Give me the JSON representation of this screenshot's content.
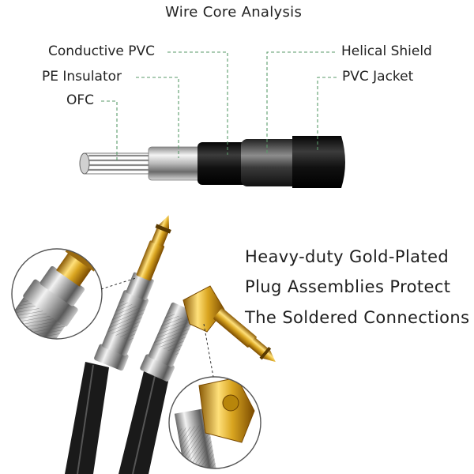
{
  "title": "Wire Core Analysis",
  "labels": {
    "conductive_pvc": "Conductive PVC",
    "pe_insulator": "PE Insulator",
    "ofc": "OFC",
    "helical_shield": "Helical Shield",
    "pvc_jacket": "PVC Jacket"
  },
  "tagline": [
    "Heavy-duty Gold-Plated",
    "Plug Assemblies Protect",
    "The Soldered Connections"
  ],
  "colors": {
    "leader_line": "#5a9a6a",
    "gold": "#d9a520",
    "jacket": "#1e1e1e",
    "chrome": "#c8c8c8"
  }
}
